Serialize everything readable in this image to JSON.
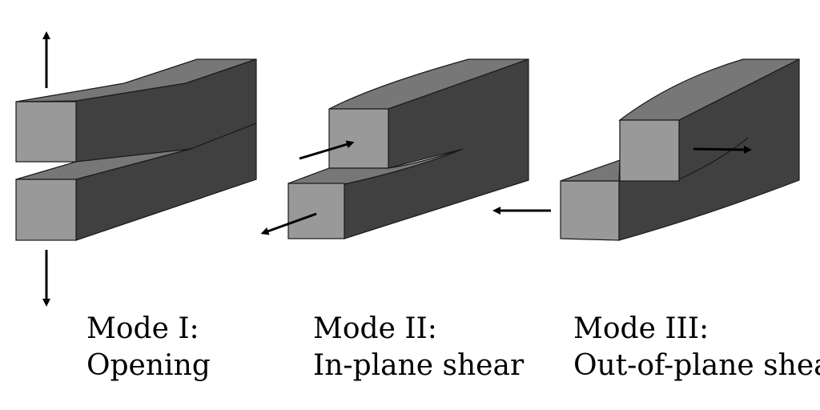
{
  "colors": {
    "front_face": "#999999",
    "top_face": "#777777",
    "side_face": "#404040",
    "outline": "#1a1a1a",
    "arrow": "#000000",
    "background": "#ffffff"
  },
  "modes": [
    {
      "title": "Mode I:",
      "subtitle": "Opening"
    },
    {
      "title": "Mode II:",
      "subtitle": "In-plane shear"
    },
    {
      "title": "Mode III:",
      "subtitle": "Out-of-plane shear"
    }
  ]
}
